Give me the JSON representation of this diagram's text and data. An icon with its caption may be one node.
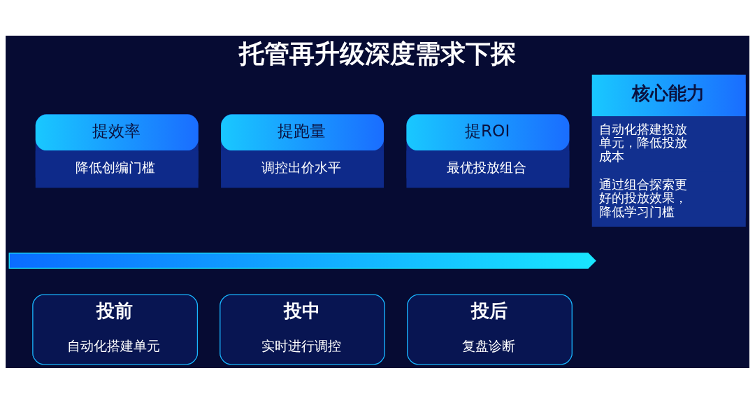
{
  "diagram": {
    "title": "托管再升级深度需求下探",
    "nodes": [
      {
        "text": [
          "提效率",
          "降低创编门槛"
        ]
      },
      {
        "text": [
          "提跑量",
          "调控出价水平"
        ]
      },
      {
        "text": [
          "提ROI",
          "最优投放组合"
        ]
      },
      {
        "text": [
          "核心能力",
          "自动化搭建投放单元，降低投放成本",
          "通过组合探索更好的投放效果，降低学习门槛"
        ]
      },
      {
        "text": [],
        "shape": "bar"
      },
      {
        "text": [
          "投前",
          "自动化搭建单元"
        ]
      },
      {
        "text": [
          "投中",
          "实时进行调控"
        ]
      },
      {
        "text": [
          "投后",
          "复盘诊断"
        ]
      }
    ],
    "edges": []
  }
}
